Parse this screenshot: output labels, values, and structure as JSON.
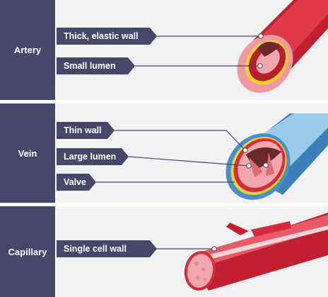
{
  "rows": {
    "artery": "Artery",
    "vein": "Vein",
    "capillary": "Capillary"
  },
  "labels": {
    "thick_wall": "Thick, elastic wall",
    "small_lumen": "Small lumen",
    "thin_wall": "Thin wall",
    "large_lumen": "Large lumen",
    "valve": "Valve",
    "single_cell_wall": "Single cell wall"
  },
  "colors": {
    "label_bg": "#474769",
    "panel_bg": "#f2f2f4",
    "artery_red": "#d62b3c",
    "vein_blue": "#4a90c8",
    "wall_yellow": "#f2d22e",
    "lumen_pink": "#f0a8ac"
  }
}
